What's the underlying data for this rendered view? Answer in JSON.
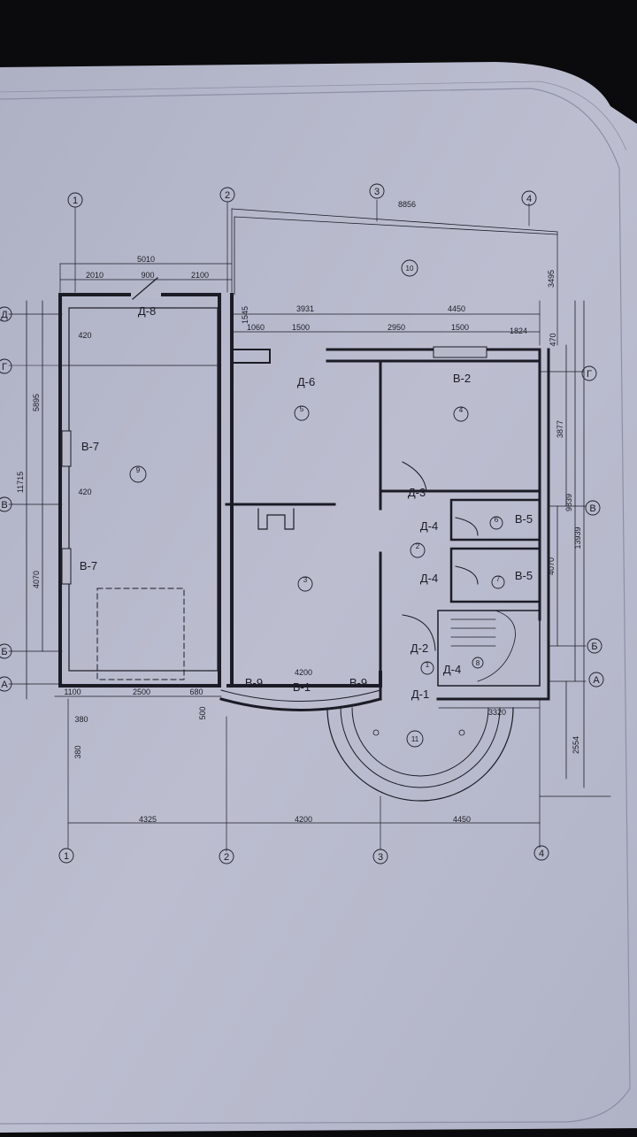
{
  "axes_bottom": [
    "1",
    "2",
    "3",
    "4"
  ],
  "axes_top": [
    "1",
    "2",
    "3",
    "4"
  ],
  "axes_left": [
    "Д",
    "Г",
    "В",
    "Б",
    "А"
  ],
  "axes_right": [
    "Г",
    "В",
    "Б",
    "А"
  ],
  "dims_top": {
    "overall": "8856",
    "garage_total": "5010",
    "g1": "2010",
    "g2": "900",
    "g3": "2100",
    "mid_total": "3931",
    "right_total": "4450",
    "a1": "1060",
    "a2": "1500",
    "a3": "2950",
    "a4": "1500",
    "a5": "1824",
    "off_1545": "1545",
    "off_3495": "3495",
    "off_470": "470"
  },
  "dims_inner": {
    "w420a": "420",
    "w420b": "420",
    "w4200": "4200"
  },
  "dims_bottom": {
    "b1100": "1100",
    "b2500": "2500",
    "b680": "680",
    "b500": "500",
    "b380a": "380",
    "b380b": "380",
    "c4325": "4325",
    "c4200": "4200",
    "c4450": "4450",
    "c3320": "3320"
  },
  "dims_left": {
    "l5895": "5895",
    "l11715": "11715",
    "l4070": "4070"
  },
  "dims_right": {
    "r3877": "3877",
    "r9839": "9839",
    "r13939": "13939",
    "r4070": "4070",
    "r2554": "2554"
  },
  "labels": {
    "d8": "Д-8",
    "d6": "Д-6",
    "v2": "В-2",
    "v7a": "В-7",
    "v7b": "В-7",
    "d3": "Д-3",
    "d4a": "Д-4",
    "d4b": "Д-4",
    "d4c": "Д-4",
    "v5a": "В-5",
    "v5b": "В-5",
    "d2": "Д-2",
    "d1": "Д-1",
    "v9a": "В-9",
    "v1": "В-1",
    "v9b": "В-9"
  },
  "rooms": [
    {
      "num": "1",
      "roman": "I"
    },
    {
      "num": "2",
      "roman": "IV"
    },
    {
      "num": "3",
      "roman": "III"
    },
    {
      "num": "4",
      "roman": "III"
    },
    {
      "num": "5",
      "roman": "II"
    },
    {
      "num": "6",
      "roman": "I"
    },
    {
      "num": "7",
      "roman": "I"
    },
    {
      "num": "8",
      "roman": "I"
    },
    {
      "num": "9",
      "roman": "I"
    },
    {
      "num": "10",
      "roman": ""
    },
    {
      "num": "11",
      "roman": ""
    }
  ],
  "colors": {
    "background": "#0b0b0d",
    "paper": "#b7b9cb",
    "paper_shadow": "#a4a6ba",
    "line": "#1c1c26"
  }
}
